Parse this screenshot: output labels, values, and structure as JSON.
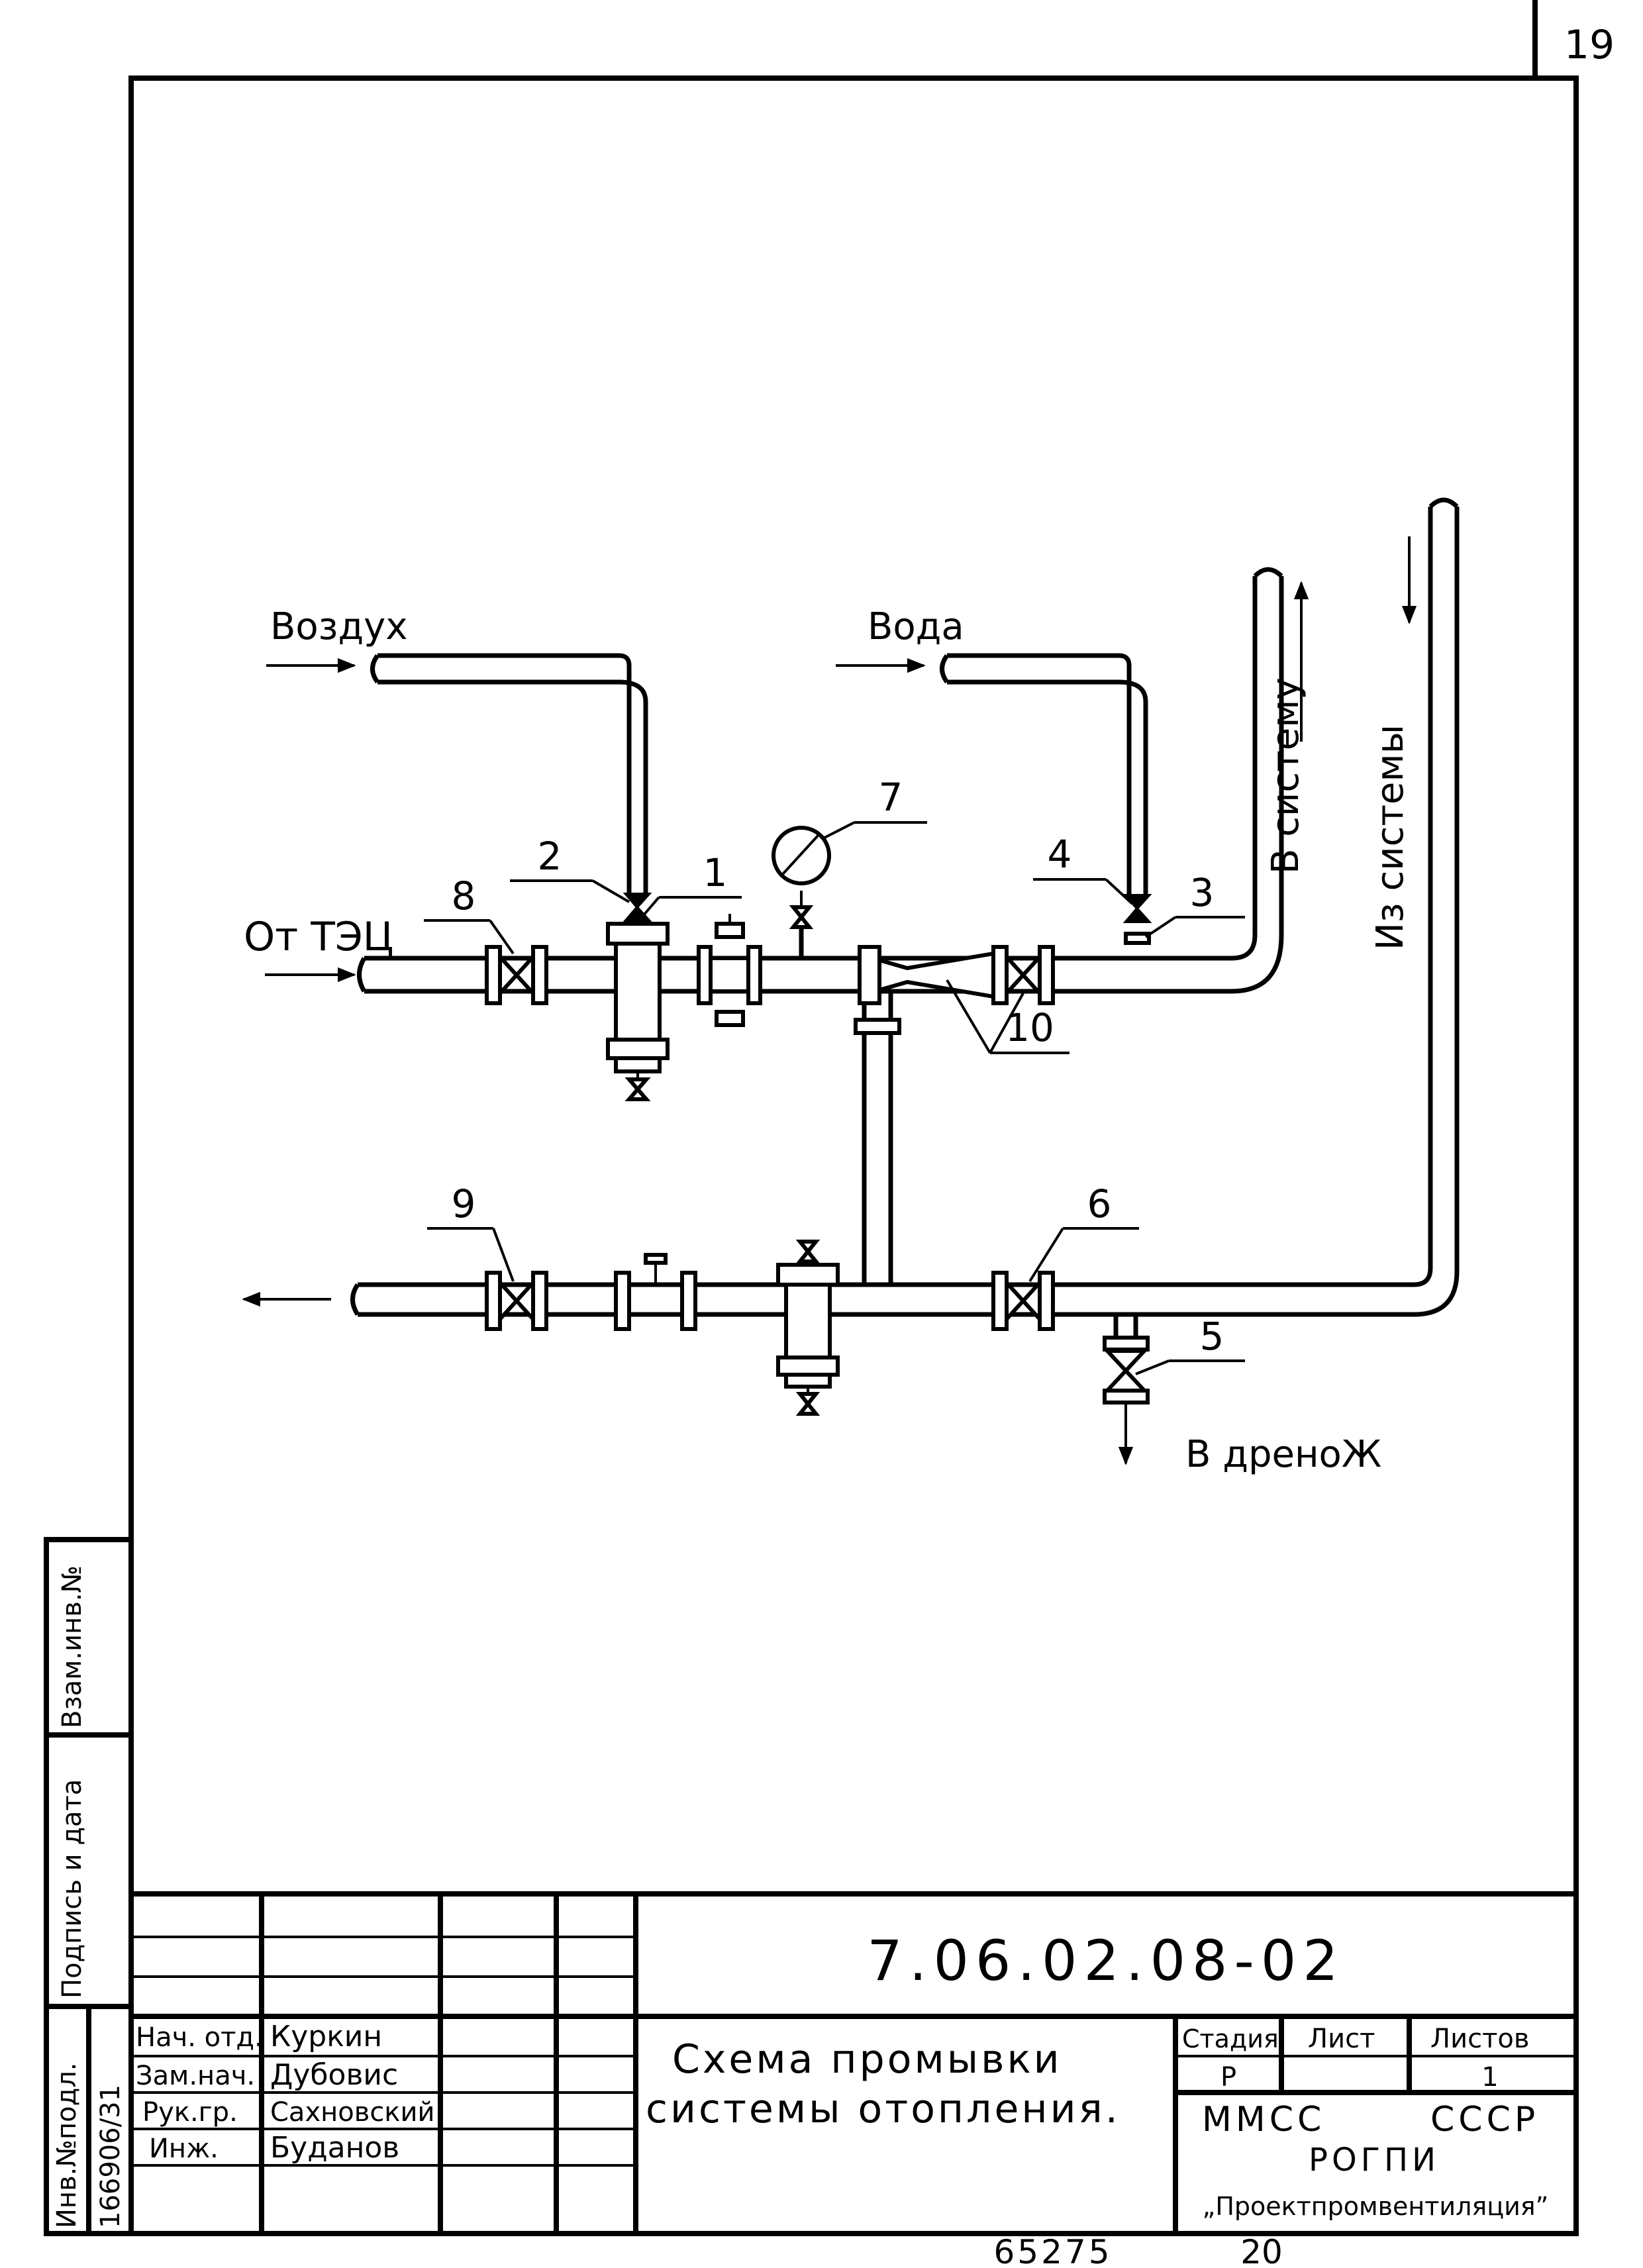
{
  "sheet_number": "19",
  "labels": {
    "air": "Воздух",
    "water": "Вода",
    "from_chp": "От ТЭЦ",
    "to_system": "В систему",
    "from_system": "Из системы",
    "to_drain": "В дреноЖ"
  },
  "callouts": [
    "1",
    "2",
    "3",
    "4",
    "5",
    "6",
    "7",
    "8",
    "9",
    "10"
  ],
  "side_stamp": {
    "inv_orig_label": "Инв.№подл.",
    "sign_date_label": "Подпись и дата",
    "replace_inv_label": "Взам.инв.№",
    "inv_orig_value": "166906/31"
  },
  "title_block": {
    "doc_code": "7.06.02.08-02",
    "title_line1": "Схема промывки",
    "title_line2": "системы отопления.",
    "roles": [
      "Нач. отд.",
      "Зам.нач.",
      "Рук.гр.",
      "Инж."
    ],
    "names": [
      "Куркин",
      "Дубовис",
      "Сахновский",
      "Буданов"
    ],
    "stage_header": "Стадия",
    "sheet_header": "Лист",
    "sheets_header": "Листов",
    "stage_value": "Р",
    "sheets_value": "1",
    "org_line1": "ММСС",
    "org_line1b": "СССР",
    "org_line2": "РОГПИ",
    "org_line3": "„Проектпромвентиляция”"
  },
  "bottom_code": "65275",
  "bottom_page": "20"
}
